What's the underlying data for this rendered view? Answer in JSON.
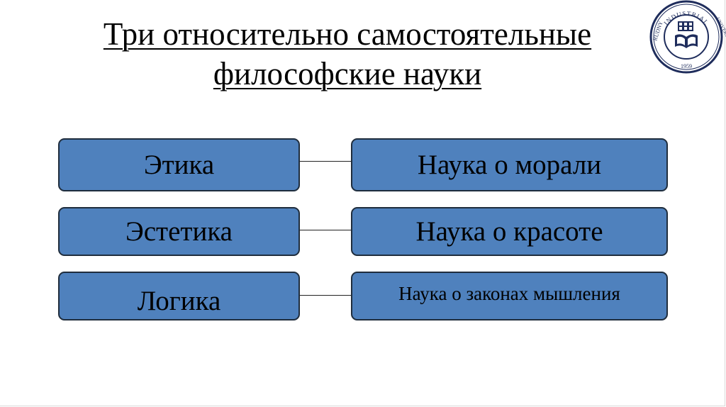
{
  "title": {
    "line1": "Три относительно самостоятельные",
    "line2": "философские науки"
  },
  "logo": {
    "top_text": "INDUSTRIAL",
    "left_text": "RUDNY",
    "right_text": "UNIVERSITY",
    "year": "1959",
    "ring_color": "#1f2d5c"
  },
  "rows": [
    {
      "term": "Этика",
      "definition": "Наука о морали"
    },
    {
      "term": "Эстетика",
      "definition": "Наука о красоте"
    },
    {
      "term": "Логика",
      "definition": "Наука о законах мышления"
    }
  ],
  "colors": {
    "box_fill": "#4f81bd",
    "box_border": "#1f2d3d"
  }
}
